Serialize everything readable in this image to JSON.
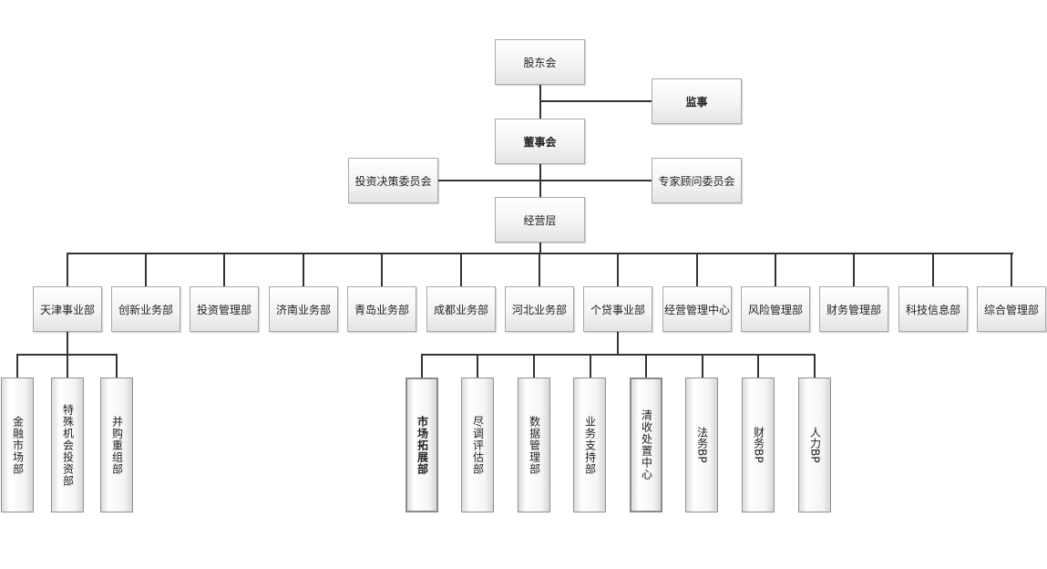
{
  "nodes": {
    "shareholders": "股东会",
    "supervisor": "监事",
    "board": "董事会",
    "investment_committee": "投资决策委员会",
    "expert_committee": "专家顾问委员会",
    "management": "经营层"
  },
  "departments": [
    "天津事业部",
    "创新业务部",
    "投资管理部",
    "济南业务部",
    "青岛业务部",
    "成都业务部",
    "河北业务部",
    "个贷事业部",
    "经营管理中心",
    "风险管理部",
    "财务管理部",
    "科技信息部",
    "综合管理部"
  ],
  "tianjin_units": [
    "金融市场部",
    "特殊机会投资部",
    "并购重组部"
  ],
  "personal_loan_units": [
    "市场拓展部",
    "尽调评估部",
    "数据管理部",
    "业务支持部",
    "清收处置中心",
    "法务BP",
    "财务BP",
    "人力BP"
  ]
}
